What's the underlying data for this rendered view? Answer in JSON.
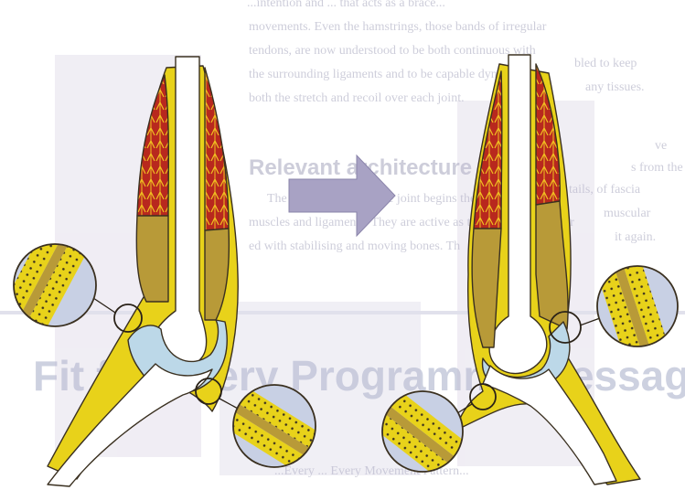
{
  "background_text": {
    "top_line": "...intention and ... that acts as a brace...",
    "line1": "movements. Even the hamstrings, those bands of irregular",
    "line2": "tendons, are now understood to be both continuous with",
    "line3": "the surrounding ligaments and to be capable dynamic",
    "line4": "both the stretch and recoil over each joint.",
    "right1": "bled to keep",
    "right2": "any tissues.",
    "right3": "ve",
    "right4": "s from the",
    "right5": "tails, of fascia",
    "right6": "muscular",
    "right7": "it again.",
    "heading": "Relevant architecture",
    "para1": "The story of each simple joint begins the",
    "para2": "muscles and ligaments. They are active as the sole unit and pair",
    "para3": "ed with stabilising and moving bones. Th",
    "big_heading": "Fit for Every Programme Message",
    "bottom_line": "...Every ... Every Movement Pattern..."
  },
  "colors": {
    "bone": "#ffffff",
    "bone_outline": "#3a3020",
    "periosteum": "#e8d21a",
    "muscle": "#b8281e",
    "muscle_fiber": "#f0c020",
    "tendon": "#b89a38",
    "cartilage": "#bcd8e8",
    "lens_bg": "#c8d0e4",
    "arrow": "#a8a2c4"
  },
  "icons": {
    "transition": "right-arrow-icon",
    "magnifier": "magnifier-lens-icon"
  }
}
